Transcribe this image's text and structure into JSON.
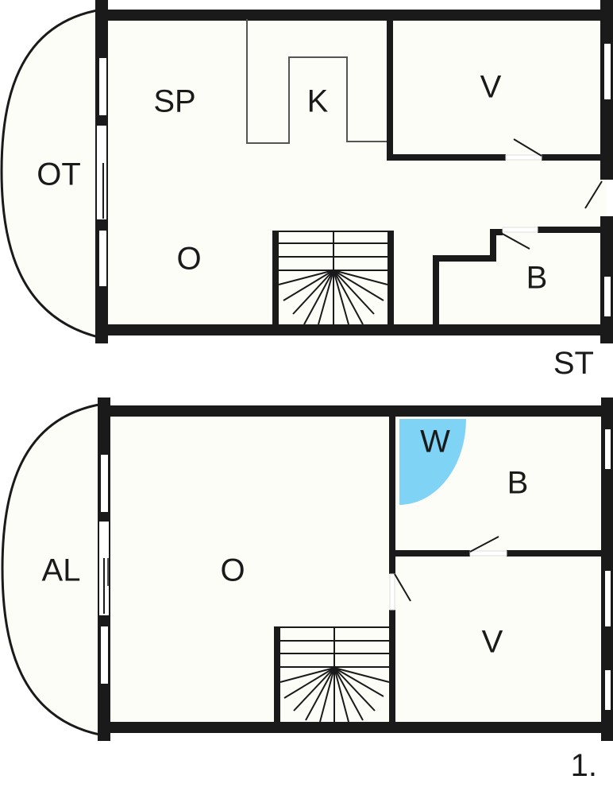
{
  "colors": {
    "wall": "#1a1a1a",
    "floor": "#fdfdf8",
    "sauna_heater": "#7fd3f5",
    "window": "#ffffff"
  },
  "upper_floor": {
    "floor_label": "ST",
    "rooms": {
      "terrace": "OT",
      "sleeping_area": "SP",
      "kitchen": "K",
      "storage_top": "V",
      "living_room": "O",
      "bathroom": "B"
    }
  },
  "ground_floor": {
    "floor_label": "1.",
    "rooms": {
      "balcony": "AL",
      "living_room": "O",
      "sauna_heater": "W",
      "bathroom": "B",
      "storage": "V"
    }
  }
}
